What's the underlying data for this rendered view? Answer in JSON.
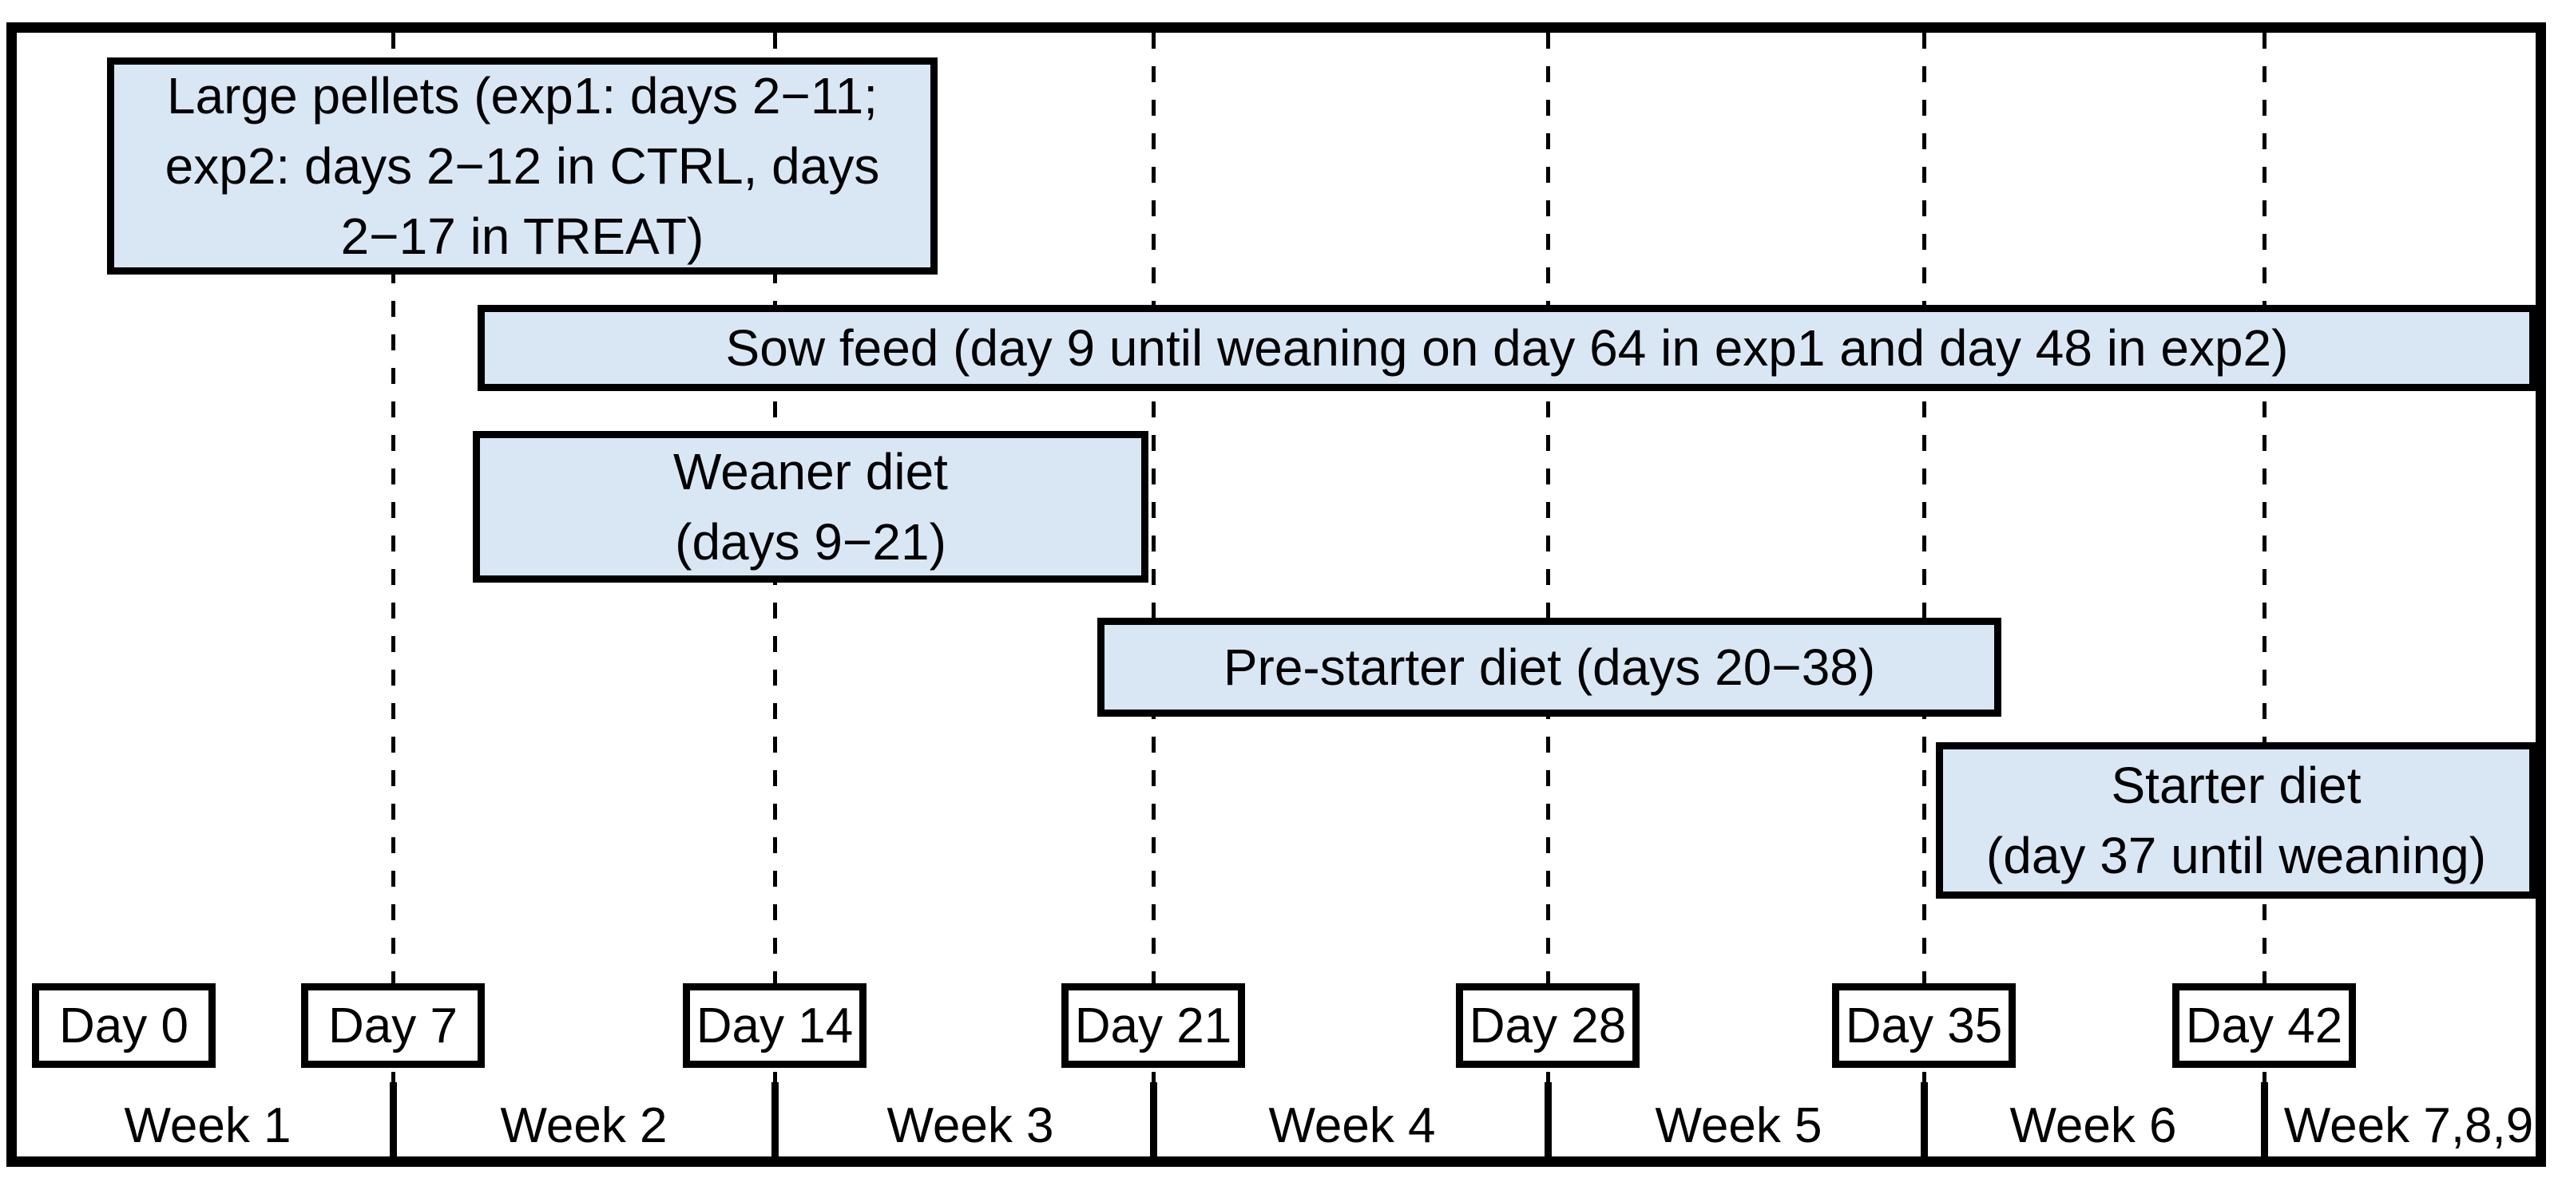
{
  "colors": {
    "bar_fill": "#d9e7f5",
    "line_and_border": "#000000",
    "background": "#ffffff",
    "text": "#000000"
  },
  "bars": [
    {
      "name": "large-pellets",
      "lines": [
        "Large pellets (exp1: days 2−11;",
        "exp2: days 2−12 in CTRL, days",
        "2−17 in TREAT)"
      ]
    },
    {
      "name": "sow-feed",
      "lines": [
        "Sow feed (day 9 until weaning on day 64 in exp1 and day 48 in exp2)"
      ]
    },
    {
      "name": "weaner-diet",
      "lines": [
        "Weaner diet",
        "(days 9−21)"
      ]
    },
    {
      "name": "pre-starter-diet",
      "lines": [
        "Pre-starter diet (days 20−38)"
      ]
    },
    {
      "name": "starter-diet",
      "lines": [
        "Starter diet",
        "(day 37 until weaning)"
      ]
    }
  ],
  "day_labels": [
    "Day 0",
    "Day 7",
    "Day 14",
    "Day 21",
    "Day 28",
    "Day 35",
    "Day 42"
  ],
  "week_labels": [
    "Week 1",
    "Week 2",
    "Week 3",
    "Week 4",
    "Week 5",
    "Week 6",
    "Week 7,8,9"
  ]
}
